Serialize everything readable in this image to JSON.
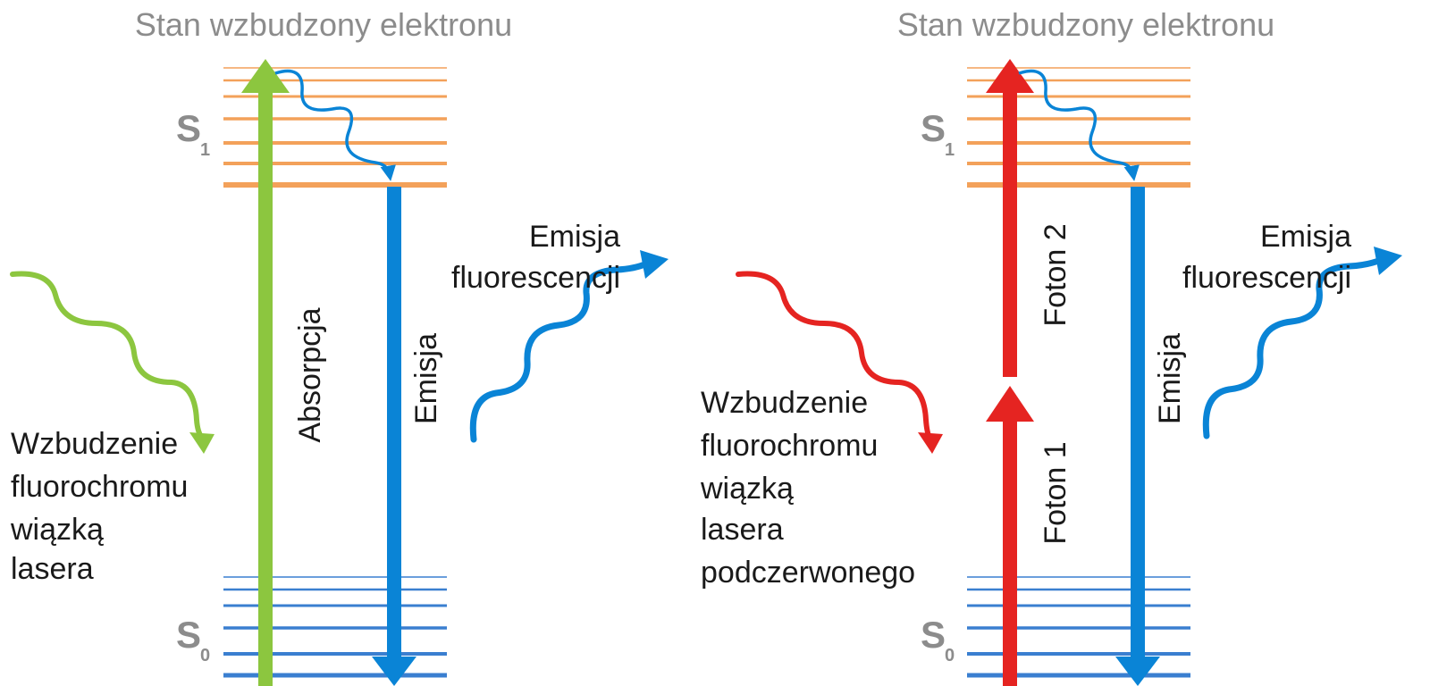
{
  "colors": {
    "excited_level": "#f3a15a",
    "ground_level": "#3a7fd0",
    "absorption": "#8cc63f",
    "emission": "#0a84d6",
    "two_photon": "#e52421",
    "title": "#8c8c8c",
    "text": "#1a1a1a"
  },
  "left_panel": {
    "title": "Stan wzbudzony elektronu",
    "excited_state": "S",
    "excited_state_sub": "1",
    "ground_state": "S",
    "ground_state_sub": "0",
    "absorption_label": "Absorpcja",
    "emission_label": "Emisja",
    "fluorescence_label_line1": "Emisja",
    "fluorescence_label_line2": "fluorescencji",
    "excitation_lines": [
      "Wzbudzenie",
      "fluorochromu",
      "wiązką",
      "lasera"
    ]
  },
  "right_panel": {
    "title": "Stan wzbudzony elektronu",
    "excited_state": "S",
    "excited_state_sub": "1",
    "ground_state": "S",
    "ground_state_sub": "0",
    "photon1_label": "Foton 1",
    "photon2_label": "Foton 2",
    "emission_label": "Emisja",
    "fluorescence_label_line1": "Emisja",
    "fluorescence_label_line2": "fluorescencji",
    "excitation_lines": [
      "Wzbudzenie",
      "fluorochromu",
      "wiązką",
      "lasera",
      "podczerwonego"
    ]
  }
}
